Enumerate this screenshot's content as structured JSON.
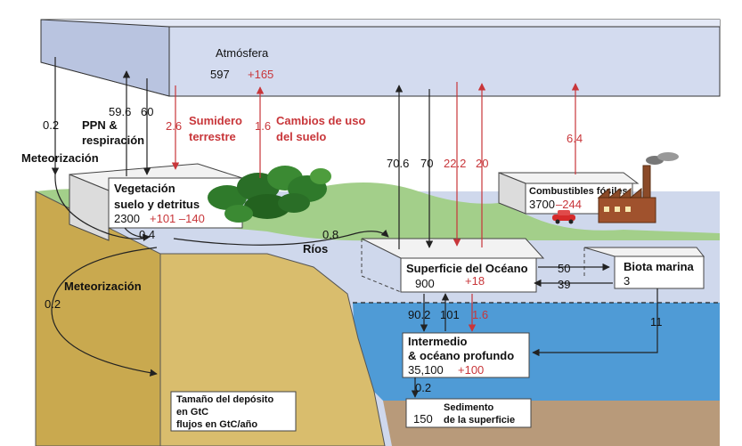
{
  "atmosphere": {
    "name": "Atmósfera",
    "stock": "597",
    "change": "+165"
  },
  "vegetation": {
    "line1": "Vegetación",
    "line2": "suelo y detritus",
    "stock": "2300",
    "change": "+101 –140"
  },
  "fossil": {
    "name": "Combustibles fósiles",
    "stock": "3700",
    "change": "–244"
  },
  "ocean_surface": {
    "name": "Superficie del Océano",
    "stock": "900",
    "change": "+18"
  },
  "marine_biota": {
    "name": "Biota marina",
    "stock": "3"
  },
  "deep_ocean": {
    "line1": "Intermedio",
    "line2": "& océano profundo",
    "stock": "35,100",
    "change": "+100"
  },
  "sediment": {
    "line1": "Sedimento",
    "line2": "de la superficie",
    "stock": "150"
  },
  "legend": {
    "line1": "Tamaño del depósito",
    "line2": "en GtC",
    "line3": "flujos en GtC/año"
  },
  "labels": {
    "weathering_top": "Meteorización",
    "weathering_bottom": "Meteorización",
    "npp_1": "PPN &",
    "npp_2": "respiración",
    "land_sink_1": "Sumidero",
    "land_sink_2": "terrestre",
    "land_use_1": "Cambios de uso",
    "land_use_2": "del suelo",
    "rivers": "Ríos"
  },
  "flows": {
    "weathering_atm": "0.2",
    "npp_up": "59.6",
    "npp_down": "60",
    "land_sink": "2.6",
    "land_use": "1.6",
    "ocean_up": "70.6",
    "ocean_down": "70",
    "ocean_down_anthro": "22.2",
    "ocean_up_anthro": "20",
    "fossil_emissions": "6.4",
    "soil_to_river": "0.4",
    "river_to_ocean": "0.8",
    "surface_to_biota": "50",
    "biota_to_surface": "39",
    "surface_to_deep": "90.2",
    "deep_to_surface": "101",
    "surface_to_deep_anthro": "1.6",
    "biota_to_deep": "11",
    "deep_to_sediment": "0.2",
    "weathering_soil": "0.2"
  },
  "colors": {
    "atmosphere": "#d3dbef",
    "sky": "#cfd8ec",
    "land": "#d9bd6d",
    "grass": "#a3cf8a",
    "deep_water": "#4f9bd6",
    "sediment": "#b89a7a",
    "anthropogenic": "#c8363a"
  }
}
